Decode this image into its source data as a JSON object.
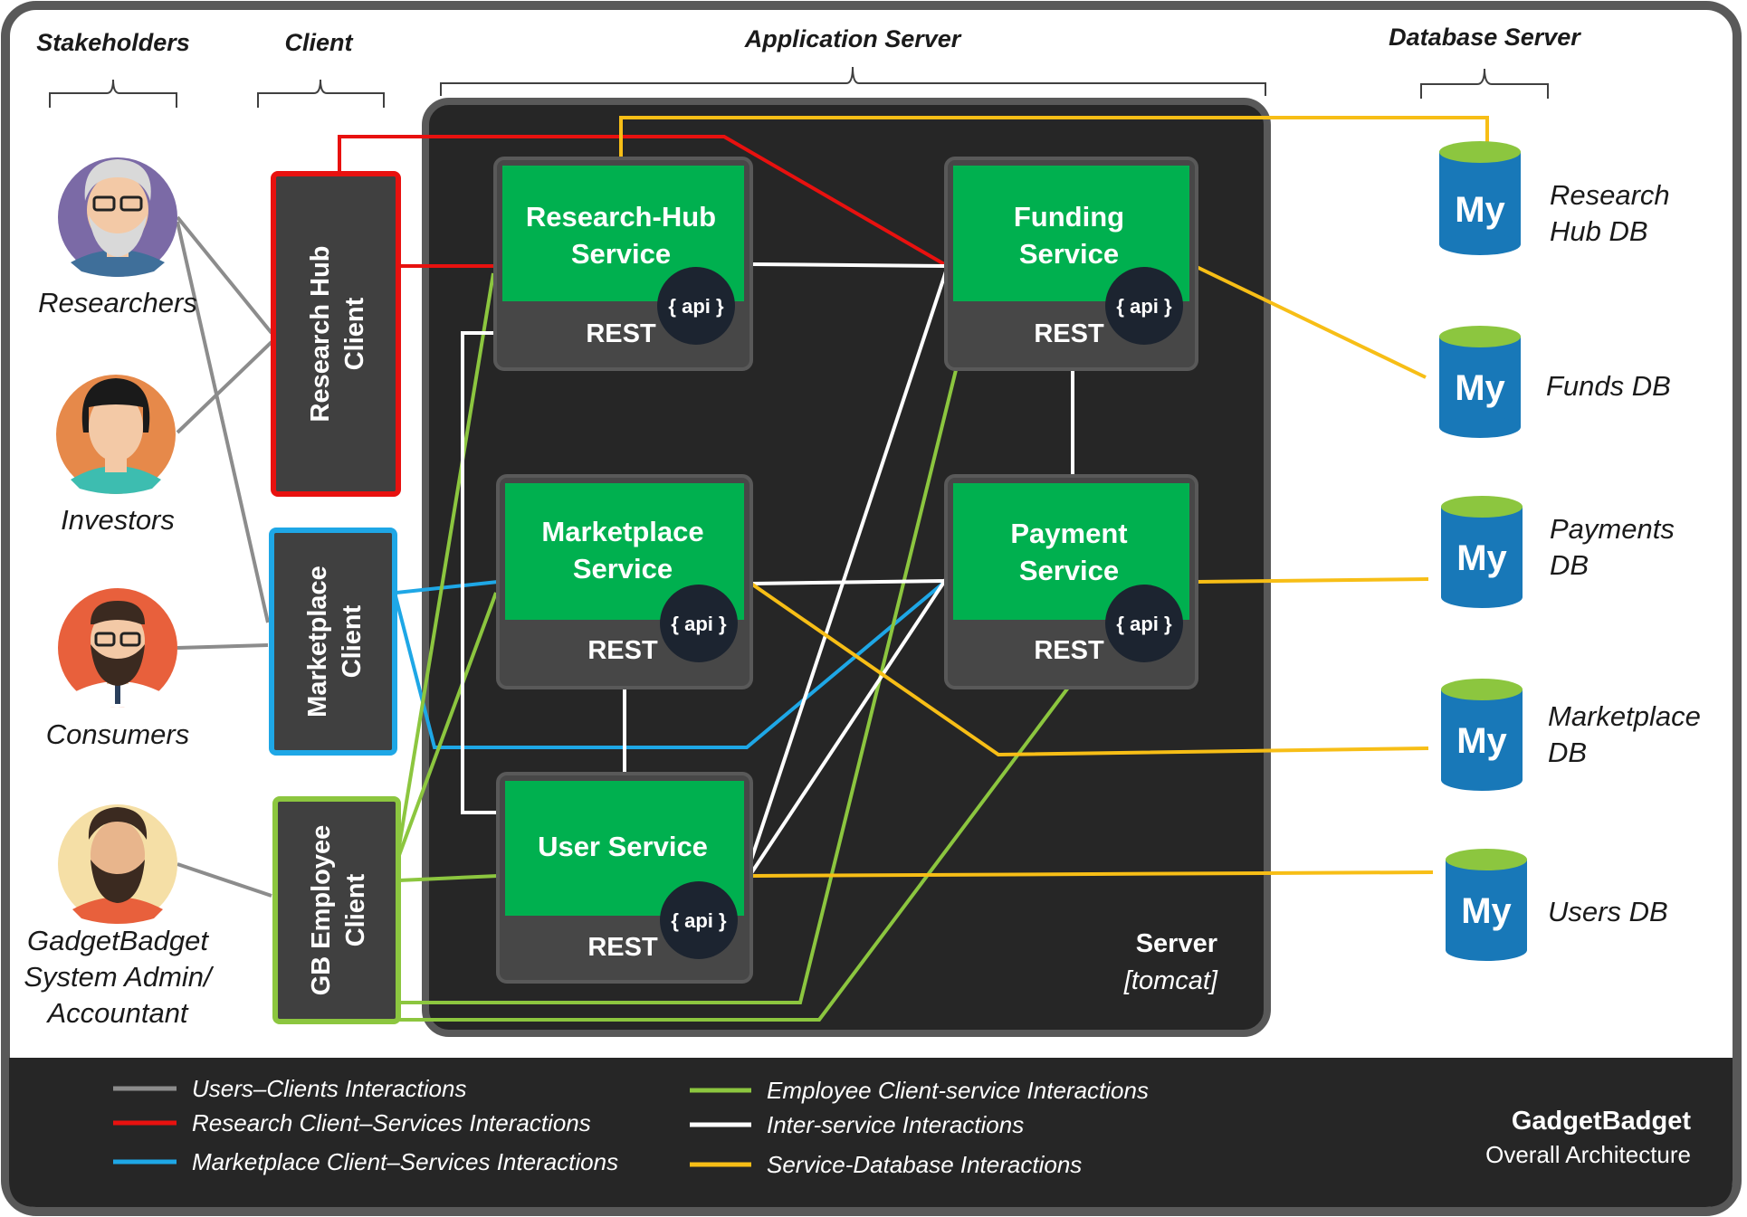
{
  "columns": {
    "stakeholders": "Stakeholders",
    "client": "Client",
    "application_server": "Application Server",
    "database_server": "Database Server"
  },
  "stakeholders": {
    "researchers": "Researchers",
    "investors": "Investors",
    "consumers": "Consumers",
    "admin_line1": "GadgetBadget",
    "admin_line2": "System Admin/",
    "admin_line3": "Accountant"
  },
  "clients": {
    "research_line1": "Research Hub",
    "research_line2": "Client",
    "marketplace_line1": "Marketplace",
    "marketplace_line2": "Client",
    "employee_line1": "GB Employee",
    "employee_line2": "Client"
  },
  "services": {
    "research_hub_line1": "Research-Hub",
    "research_hub_line2": "Service",
    "funding_line1": "Funding",
    "funding_line2": "Service",
    "marketplace_line1": "Marketplace",
    "marketplace_line2": "Service",
    "payment_line1": "Payment",
    "payment_line2": "Service",
    "user": "User Service",
    "rest_label": "REST",
    "api_label": "{ api }"
  },
  "server": {
    "name": "Server",
    "type": "[tomcat]"
  },
  "databases": {
    "logo_text": "My",
    "research_line1": "Research",
    "research_line2": "Hub DB",
    "funds": "Funds DB",
    "payments_line1": "Payments",
    "payments_line2": "DB",
    "marketplace_line1": "Marketplace",
    "marketplace_line2": "DB",
    "users": "Users DB"
  },
  "legend": {
    "users_clients": "Users–Clients Interactions",
    "research_client": "Research Client–Services Interactions",
    "marketplace_client": "Marketplace Client–Services Interactions",
    "employee_client": "Employee Client-service Interactions",
    "inter_service": "Inter-service Interactions",
    "service_db": "Service-Database Interactions"
  },
  "branding": {
    "name": "GadgetBadget",
    "subtitle": "Overall Architecture"
  },
  "colors": {
    "users_clients": "#8c8c8c",
    "research_client": "#e8110f",
    "marketplace_client": "#1ea7e6",
    "employee_client": "#8cc63f",
    "inter_service": "#ffffff",
    "service_db": "#f7be16",
    "service_green": "#00b04f",
    "server_bg": "#262626",
    "db_blue": "#1878b8"
  }
}
